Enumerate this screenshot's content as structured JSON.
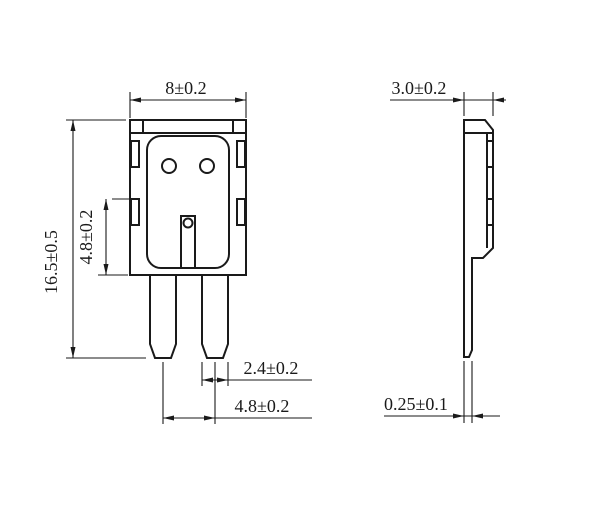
{
  "drawing": {
    "title": "blade-terminal component, front and side orthographic views",
    "colors": {
      "line": "#1a1a1a",
      "background": "#ffffff"
    },
    "views": {
      "front": {
        "dimensions": {
          "width": "8±0.2",
          "overall_height": "16.5±0.5",
          "body_height": "4.8±0.2",
          "terminal_width": "2.4±0.2",
          "terminal_pitch": "4.8±0.2"
        }
      },
      "side": {
        "dimensions": {
          "thickness": "3.0±0.2",
          "blade_thickness": "0.25±0.1"
        }
      }
    }
  }
}
